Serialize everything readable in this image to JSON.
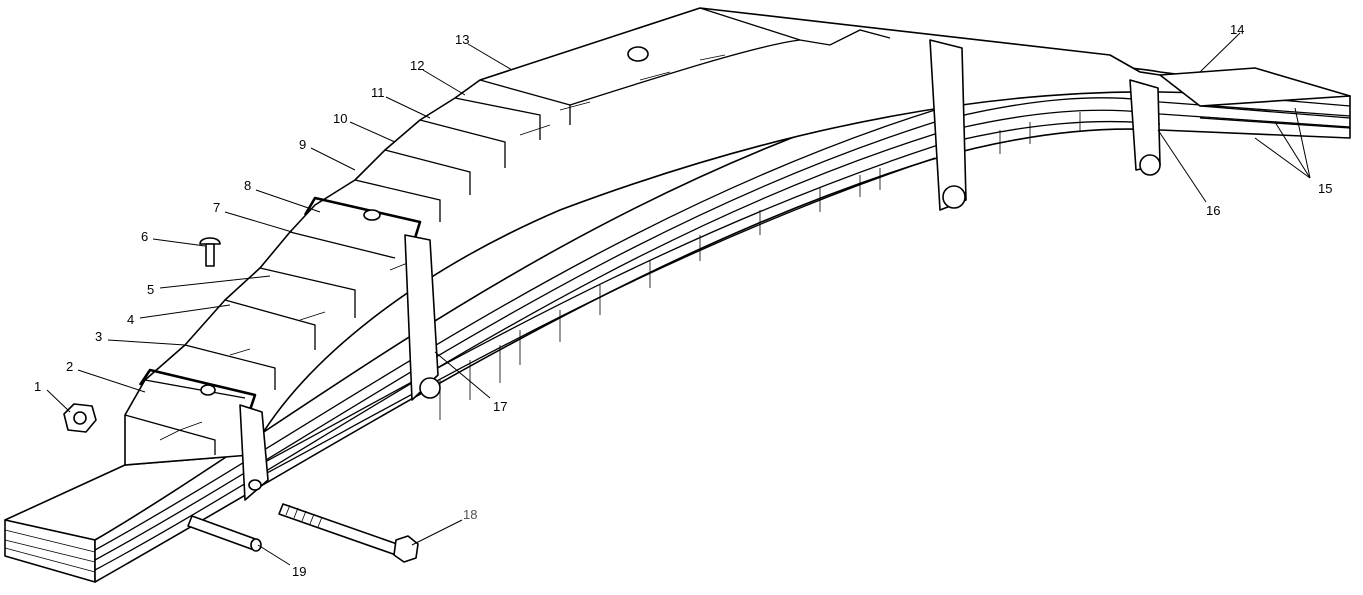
{
  "callouts": [
    {
      "id": "c1",
      "label": "1"
    },
    {
      "id": "c2",
      "label": "2"
    },
    {
      "id": "c3",
      "label": "3"
    },
    {
      "id": "c4",
      "label": "4"
    },
    {
      "id": "c5",
      "label": "5"
    },
    {
      "id": "c6",
      "label": "6"
    },
    {
      "id": "c7",
      "label": "7"
    },
    {
      "id": "c8",
      "label": "8"
    },
    {
      "id": "c9",
      "label": "9"
    },
    {
      "id": "c10",
      "label": "10"
    },
    {
      "id": "c11",
      "label": "11"
    },
    {
      "id": "c12",
      "label": "12"
    },
    {
      "id": "c13",
      "label": "13"
    },
    {
      "id": "c14",
      "label": "14"
    },
    {
      "id": "c15",
      "label": "15"
    },
    {
      "id": "c16",
      "label": "16"
    },
    {
      "id": "c17",
      "label": "17"
    },
    {
      "id": "c18",
      "label": "18"
    },
    {
      "id": "c19",
      "label": "19"
    }
  ],
  "colors": {
    "ink": "#000000",
    "paper": "#ffffff",
    "label_18": "#555555"
  }
}
